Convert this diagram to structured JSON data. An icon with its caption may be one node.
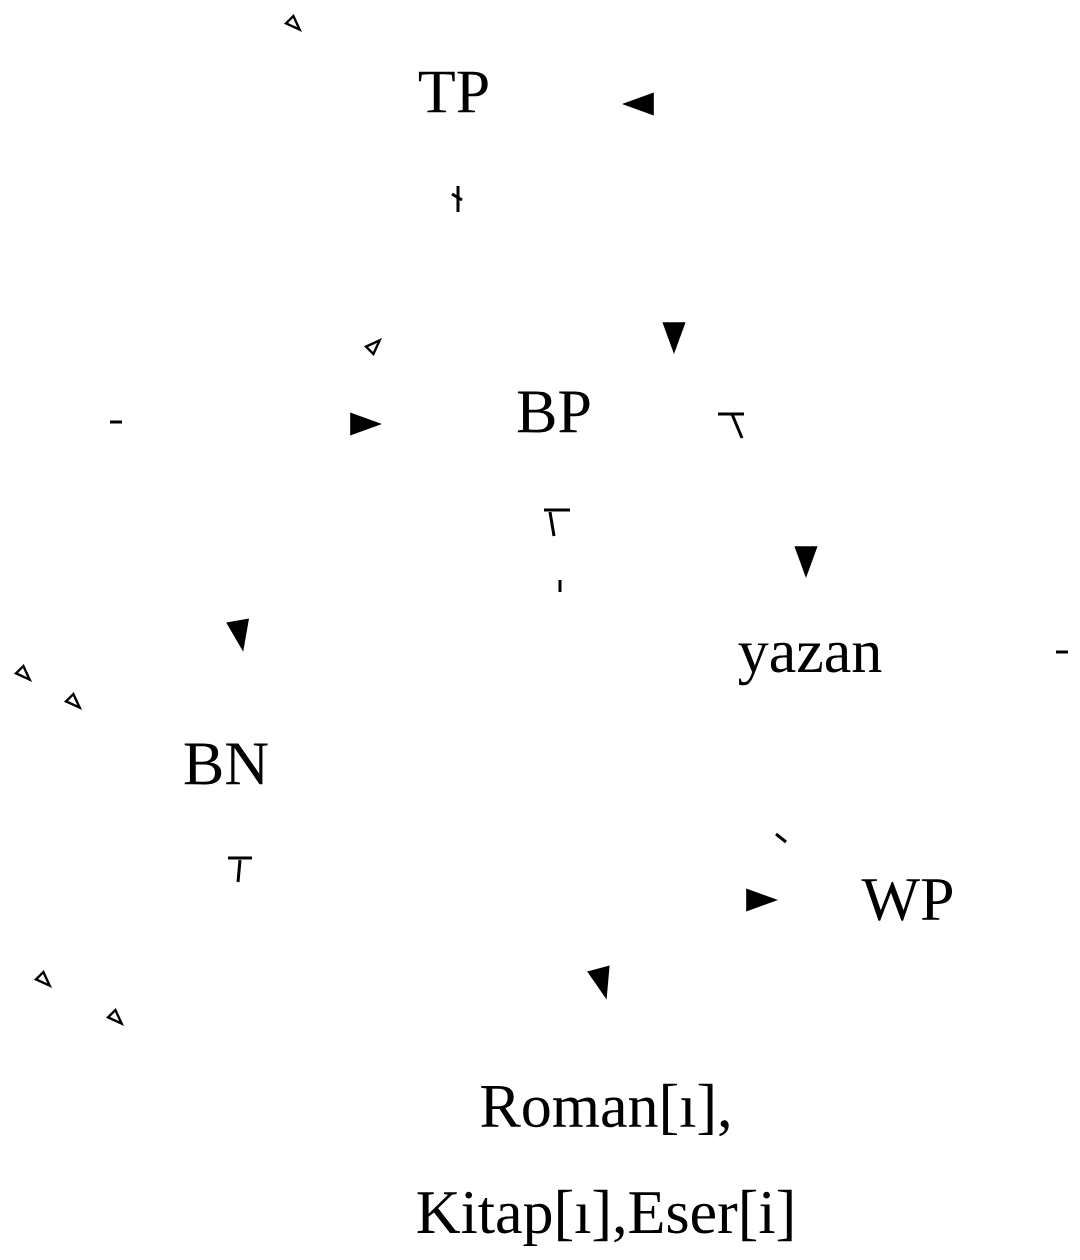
{
  "diagram": {
    "labels": [
      "TP",
      "BP",
      "yazan",
      "BN",
      "WP",
      "Roman[ı],",
      "Kitap[ı],Eser[i]"
    ]
  }
}
